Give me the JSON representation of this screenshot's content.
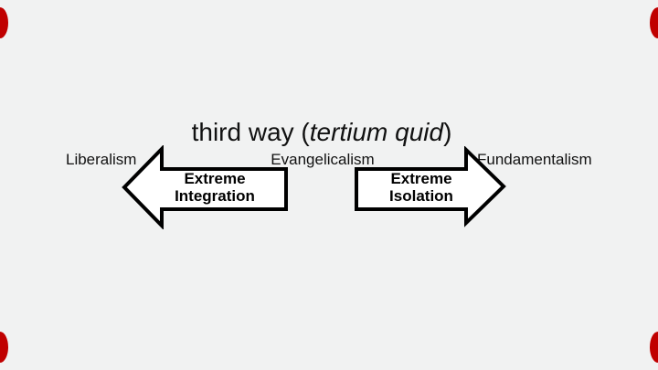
{
  "slide": {
    "background_color": "#f1f2f2",
    "title": {
      "prefix": "third way (",
      "emphasis": "tertium quid",
      "suffix": ")"
    },
    "spectrum_labels": {
      "left": "Liberalism",
      "center": "Evangelicalism",
      "right": "Fundamentalism"
    },
    "arrows": {
      "left": {
        "direction": "left",
        "line1": "Extreme",
        "line2": "Integration"
      },
      "right": {
        "direction": "right",
        "line1": "Extreme",
        "line2": "Isolation"
      }
    },
    "corner_marks": {
      "color": "#c00000",
      "positions": [
        "top-left",
        "top-right",
        "bottom-left",
        "bottom-right"
      ]
    }
  }
}
